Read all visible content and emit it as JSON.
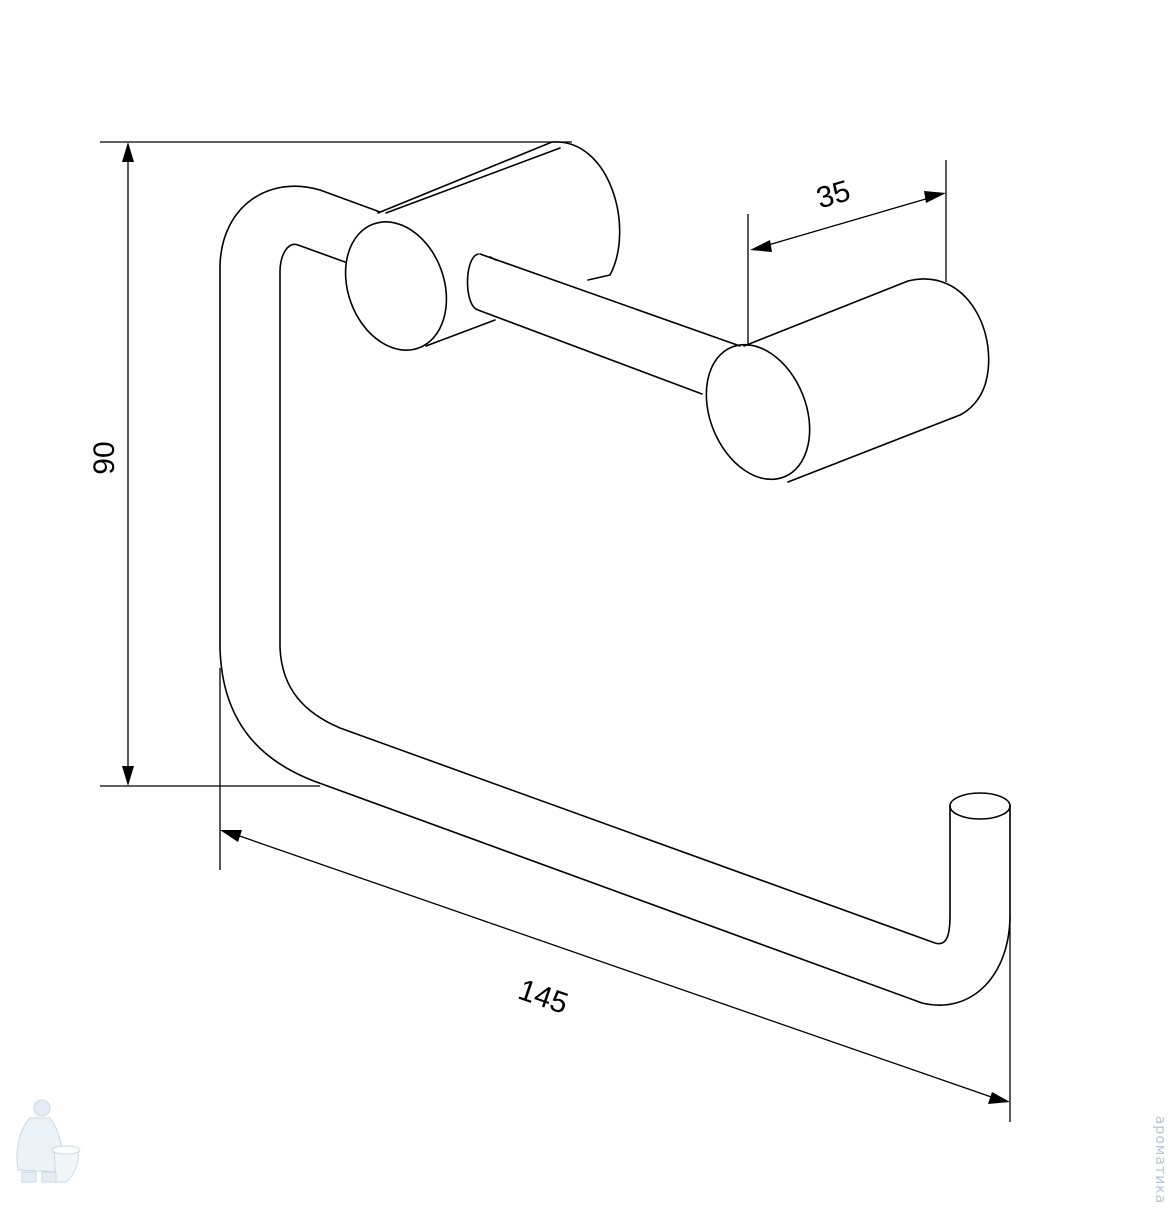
{
  "dimensions": {
    "height_label": "90",
    "width_label": "145",
    "depth_label": "35"
  },
  "watermark": {
    "text": "ароматика"
  },
  "colors": {
    "line": "#000000",
    "background": "#ffffff",
    "watermark": "#b7c6d3"
  }
}
